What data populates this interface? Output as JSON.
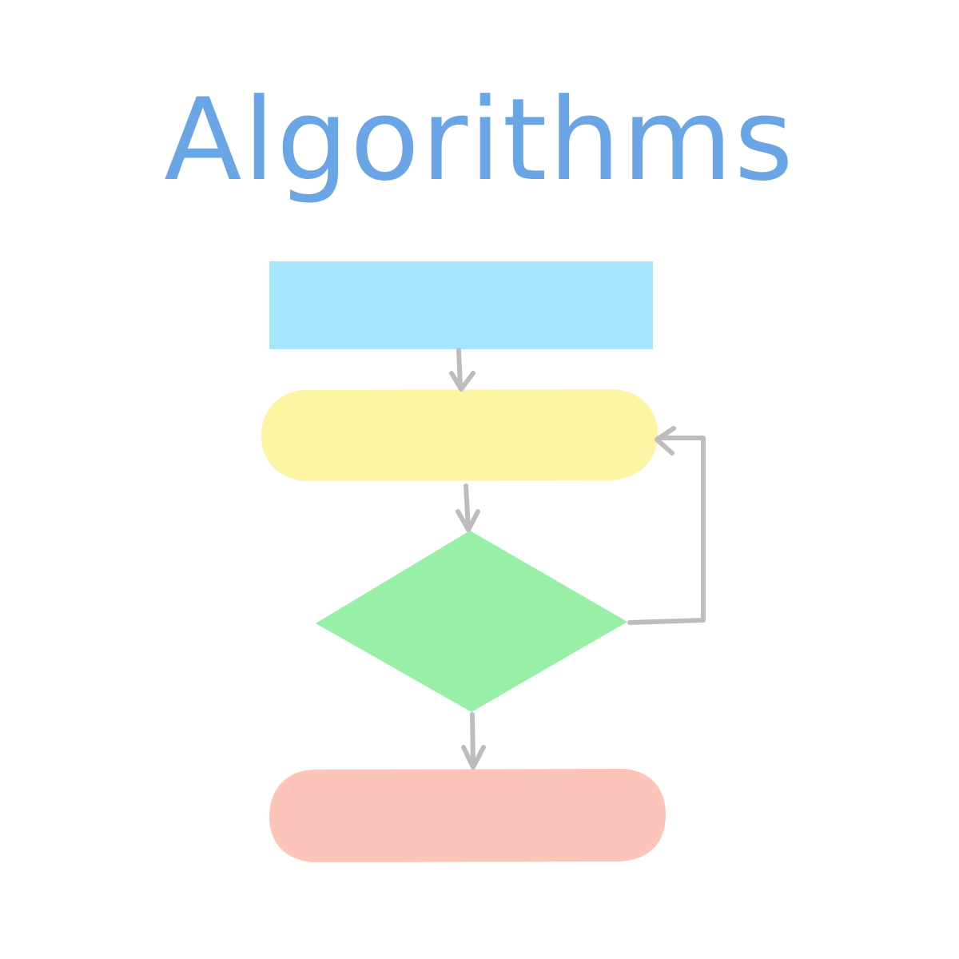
{
  "title": "Algorithms",
  "colors": {
    "title": "#6aa6e6",
    "process_box": "#a5e5fd",
    "loop_step": "#fdf5a3",
    "decision": "#98f0a6",
    "end_step": "#fdc5b9",
    "connector": "#bdbdbd"
  },
  "nodes": [
    {
      "shape": "rectangle",
      "label": ""
    },
    {
      "shape": "rounded-rectangle",
      "label": ""
    },
    {
      "shape": "diamond",
      "label": ""
    },
    {
      "shape": "rounded-rectangle",
      "label": ""
    }
  ],
  "connectors": [
    {
      "from": 0,
      "to": 1
    },
    {
      "from": 1,
      "to": 2
    },
    {
      "from": 2,
      "to": 3
    },
    {
      "from": 2,
      "to": 1,
      "kind": "loop-back"
    }
  ]
}
